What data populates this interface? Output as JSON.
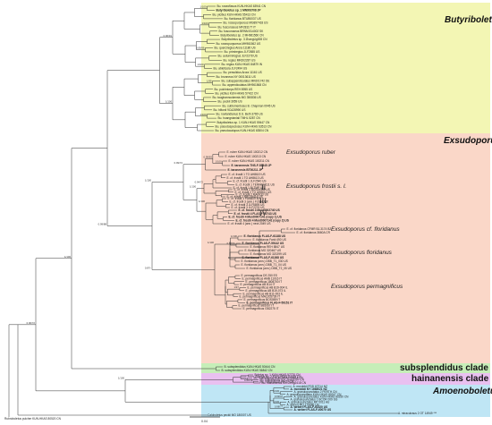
{
  "clades": {
    "butyriboletus": "Butyriboletus",
    "exsudoporus": "Exsudoporus",
    "subsplendidus": "subsplendidus clade",
    "hainanensis": "hainanensis clade",
    "amoenoboletus": "Amoenoboletus"
  },
  "subclades": {
    "ruber": "Exsudoporus ruber",
    "frostii": "Exsudoporus frostii s. l.",
    "cf_floridanus": "Exsudoporus cf. floridanus",
    "floridanus": "Exsudoporus floridanus",
    "permagnificus": "Exsudoporus permagnificus"
  },
  "frostii_groups": [
    "I",
    "II",
    "III",
    "IV"
  ],
  "scale_label": "0.04",
  "colors": {
    "butyriboletus": "#f3f6b4",
    "exsudoporus": "#fad7c8",
    "subsplendidus": "#c6eeb8",
    "hainanensis": "#e9c0f0",
    "amoenoboletus": "#bfe6f5",
    "branch": "#333333"
  },
  "leaves": {
    "butyriboletus": [
      "Bu. roseoflavus KUN-HKAS 63941 CN",
      "Butyriboletus sp. 1 MN903708 JP",
      "Bu. yicibus KUN-HKAS 55413 CN",
      "Bu. floridanus BTUB0037 US",
      "Bu. roseopurpureus MG897418 US",
      "Bu. fuscoroseus MF281177 IT",
      "Bu. fuscoroseus BRNM 814002 SK",
      "Butyriboletus sp. 2 MH961560 CN",
      "Butyriboletus sp. 3 ZhangUg008 CN",
      "Bu. roseopurpureus MH961562 US",
      "Bu. querciregius Arora 11180 US",
      "Bu. primiregius JLF2655 US",
      "Bu. autumniregius JLF2278 US",
      "Bu. regius MK602287 US",
      "Bu. regius KUN-HKAS 84879 IN",
      "Bu. abieticola JLF2494 US",
      "Bu. persolidus Arora 11161 US",
      "Bu. brunneus NY 00013611 US",
      "Bu. subappendiculatus MK601742 DE",
      "Bu. appendiculatus MH961568 CN",
      "Bu. pulchriceps REH 8955 US",
      "Bu. yicibus KUN-HKAS 57422 CN",
      "Bu. taughannockensis MG 350836 US",
      "Bu. peckii 3959 US",
      "Bu. subtomentosus B. Chapman 0945 US",
      "Bu. hiltonii 9CA28990 US",
      "Bu. rowlandianus D.S. Beth 3765 US",
      "Bu. huangnianlaii TMHL 5287 CN",
      "Butyriboletus sp. 1 KUN-HKAS 59447 CN",
      "Bu. pseudospeciosus KUN-HKAS 63513 CN",
      "Bu. pseudocalopus KUN-HKAS 63504 CN"
    ],
    "ruber": [
      "E. ruber KUN-HKAS 100212 CN",
      "E. ruber KUN-HKAS 100213 CN",
      "E. ruber KUN-HKAS 100211 CN",
      "E. taronensis TNS-F-53345 JP",
      "E. taronensis BT00211 JP"
    ],
    "frostii": [
      "E. cf. frostii 1 TO AH8619 US",
      "E. cf. frostii 1 TO AH8613 US",
      "E. cf. frostii 1 JLF2540 US",
      "E. cf. frostii 1 TENN067111 US",
      "E. cf. frostii 1 BLTMP US",
      "E. cf. frostii 2 BOS06439 US",
      "E. cf. frostii 2 TO AH8611 US",
      "E. cf. frostii 2 MA0033 US",
      "E. cf. frostii 2 RBC06414 US",
      "E. cf. frostii 3 PAM609 MX",
      "E. cf. frostii 3 (ann.) F2084 MX",
      "E. cf. frostii 3 JLF6895 US",
      "E. cf. frostii 3 JLF2276 US",
      "E. cf. frostii 4 Mont5002740 US",
      "E. cf. frostii 4 FLAS-F-60743 US",
      "E. cf. frostii 4 Mont0007141 (copy 1) US",
      "E. cf. frostii 4 Mont0007141 (copy 2) US",
      "E. cf. frostii 4 (ann.) neot 2049 US"
    ],
    "cf_floridanus": [
      "E. cf. floridanus CFMR BJ-3174 BZ",
      "E. cf. floridanus 3660A CR"
    ],
    "floridanus": [
      "E. floridanus FLAS-F-61188 US",
      "E. floridanus Farid 490 US",
      "E. floridanus FLAS-F-59142 US",
      "E. floridanus REH 8847 US",
      "E. floridanus MO 320467 US",
      "E. floridanus MO 320299 US",
      "E. floridanus FLAS-F-61268 US",
      "E. floridanus (ann.) DBB_T1_030 US",
      "E. floridanus (ann.) DBB_T1_04 US",
      "E. floridanus (ann.) DBB_T2_05 US"
    ],
    "permagnificus": [
      "E. permagnificus DS 250 ES",
      "E. permagnificus AMB 11016 IT",
      "E. permagnificus 1808700 IT",
      "E. permagnificus AB B14 IT",
      "E. permagnificus AB B19-004 IL",
      "E. permagnificus AB B19-073 IL",
      "E. permagnificus AB B11-003 IL",
      "E. permagnificus MA1205739 IT",
      "E. permagnificus BOS0B9 IT",
      "E. permagnificus FLAS-F-59151 IT",
      "E. permagnificus SB5067 IT",
      "E. permagnificus GB2275 IT"
    ],
    "subsplendidus": [
      "B. subsplendidus KUN-HKAS 50444 CN",
      "B. subsplendidus KUN-HKAS 56842 CN"
    ],
    "hainanensis": [
      "Boletus sp. 1 KUN-HKAS 57770 CN",
      "Boletus sp. 2 KUN-HKAS 52029 CN",
      "Bu. hainanensis KUN-HKAS 59814 CN",
      "Bu. hainanensis N.K.Zeng1197 CN",
      "Bu. hainanensis ANCU CN",
      "Bu. hainanensis N.K.Zeng2418 CN"
    ],
    "amoenoboletus": [
      "A. mcrobbii PDD 67214 NZ",
      "A. mcrobbii NY 1668021 NZ",
      "A. granulopunctatus 2 PERTH CN",
      "A. granulopunctatus KUN-HKAS 80247 CN",
      "A. granulopunctatus KUN-HKAS 80250 CN",
      "A. granulopunctatus 1 BCOR 009 SG",
      "A. granulopunctatus MP 0011 AU",
      "A. weberi MO 179086 US",
      "A. weberi FLAS-F-61520 US",
      "A. weberi FLAS-F-60070 US"
    ],
    "outgroup": [
      "A. miraculosus 2 OT 14949 ***",
      "Caloboletus peckii MO 180007 US",
      "Rubroboletus pulcher KUN-HKAS 80520 CN"
    ]
  },
  "support_values": [
    "1/100",
    "1/100",
    "0.99/96",
    "1/100",
    "1/99",
    "1/100",
    "0.96/91",
    "1/100",
    "1/100",
    "0.99/93",
    "0.94/72",
    "1/100",
    "1/100",
    "0.99/74",
    "1/100",
    "0.98/81",
    "1/97",
    "1/100",
    "1/100",
    "0.87/-",
    "0.99/88",
    "1/100",
    "1/100",
    "0.97/79",
    "1/100",
    "0.99/97",
    "1/100",
    "0.98/77",
    "1/100",
    "0.90/72",
    "1/100",
    "1/100",
    "0.96/99"
  ]
}
